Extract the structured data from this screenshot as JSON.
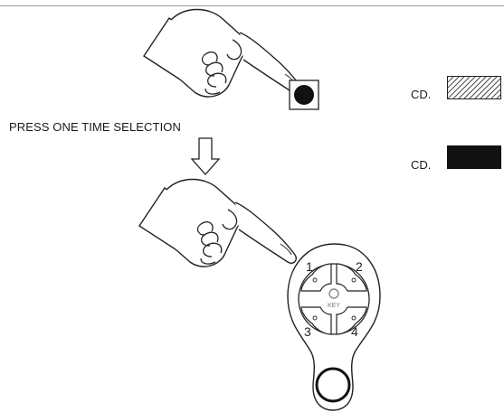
{
  "instruction": "PRESS ONE TIME SELECTION",
  "legend": [
    {
      "label": "CD.",
      "pattern": "hatched"
    },
    {
      "label": "CD.",
      "pattern": "solid",
      "color": "#111111"
    }
  ],
  "remote": {
    "buttons": [
      "1",
      "2",
      "3",
      "4"
    ],
    "center_label": "KEY"
  },
  "icons": {
    "top_hand": "pointing-hand-icon",
    "button": "push-button-icon",
    "arrow": "down-arrow-icon",
    "bottom_hand": "pointing-hand-icon",
    "remote": "remote-control-icon"
  }
}
